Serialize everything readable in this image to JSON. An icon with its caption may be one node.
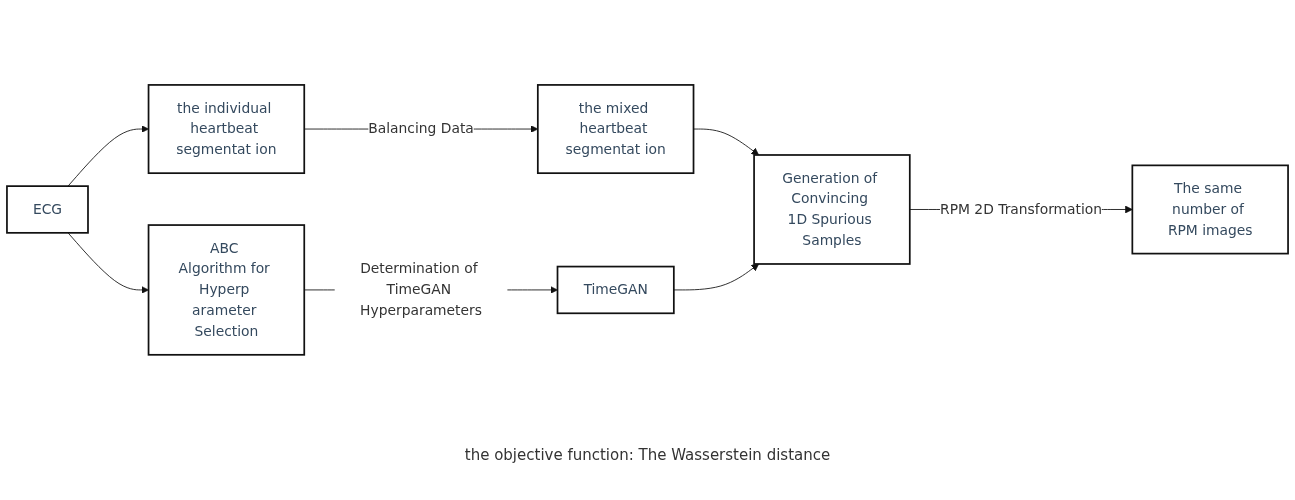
{
  "diagram": {
    "nodes": [
      {
        "text": [
          "ECG"
        ]
      },
      {
        "text": [
          "the individual heartbeat segmentat ion"
        ]
      },
      {
        "text": [
          "the mixed heartbeat segmentat ion"
        ]
      },
      {
        "text": [
          "ABC Algorithm for Hyperp arameter Selection"
        ]
      },
      {
        "text": [
          "TimeGAN"
        ]
      },
      {
        "text": [
          "Generation of Convincing 1D Spurious Samples"
        ]
      },
      {
        "text": [
          "The same number of RPM images"
        ]
      }
    ],
    "edges": [
      {
        "from": 0,
        "to": 1,
        "arrow": "to"
      },
      {
        "from": 0,
        "to": 3,
        "arrow": "to"
      },
      {
        "from": 1,
        "to": 2,
        "arrow": "to",
        "label": "Balancing Data"
      },
      {
        "from": 3,
        "to": 4,
        "arrow": "to",
        "label": "Determination of TimeGAN Hyperparameters"
      },
      {
        "from": 2,
        "to": 5,
        "arrow": "to"
      },
      {
        "from": 4,
        "to": 5,
        "arrow": "to"
      },
      {
        "from": 5,
        "to": 6,
        "arrow": "to",
        "label": "RPM 2D Transformation"
      }
    ],
    "labels": [
      "the objective function: The Wasserstein distance"
    ]
  }
}
